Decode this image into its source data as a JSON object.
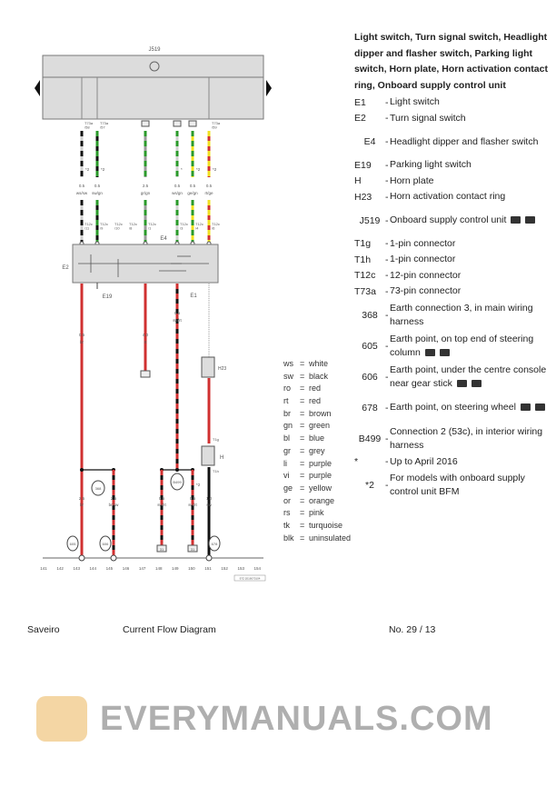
{
  "diagram": {
    "control_unit": "J519",
    "top_wires": [
      {
        "conn": "T73a /58",
        "size": "0.5",
        "color": "ws/sw",
        "c1": "#d0d0d0",
        "c2": "#111111",
        "mark": "*2",
        "bconn": "T12c /11"
      },
      {
        "conn": "T73a /57",
        "size": "0.5",
        "color": "sw/gn",
        "c1": "#111111",
        "c2": "#2a9a2a",
        "mark": "*2",
        "bconn": "T12c /9"
      },
      {
        "conn": "SB",
        "size": "2.5",
        "color": "gr/gn",
        "c1": "#999999",
        "c2": "#2a9a2a",
        "mark": "",
        "bconn": "T12c /1"
      },
      {
        "conn": "SB",
        "size": "0.5",
        "color": "ws/gn",
        "c1": "#d0d0d0",
        "c2": "#2a9a2a",
        "mark": "*",
        "bconn": "T12c /3"
      },
      {
        "conn": "SB",
        "size": "0.5",
        "color": "ge/gn",
        "c1": "#f0e020",
        "c2": "#2a9a2a",
        "mark": "*2",
        "bconn": "T12c /4"
      },
      {
        "conn": "T73a /59",
        "size": "0.5",
        "color": "rt/ge",
        "c1": "#d03030",
        "c2": "#f0e020",
        "mark": "*2",
        "bconn": "T12c /6"
      }
    ],
    "extra_conns": [
      "T12c /10",
      "T12c /8"
    ],
    "components": {
      "e2": "E2",
      "e4": "E4",
      "e19": "E19",
      "e1": "E1",
      "h23": "H23",
      "h": "H",
      "t1g": "T1g",
      "t1h": "T1h"
    },
    "bottom_wires": [
      {
        "size": "0.5",
        "color": "br"
      },
      {
        "size": "4.0",
        "color": "rt"
      },
      {
        "size": "0.5",
        "color": "sw/rt"
      },
      {
        "size": "2.5",
        "color": "br"
      },
      {
        "size": "2.5",
        "color": "br/sw"
      },
      {
        "size": "0.5",
        "color": "sw/rt"
      },
      {
        "size": "0.5",
        "color": "sw/rt"
      },
      {
        "size": "1.0",
        "color": "sw"
      }
    ],
    "earth": [
      "368",
      "B499",
      "605",
      "606",
      "678"
    ],
    "terminals": [
      "31",
      "31",
      "30"
    ],
    "tracks": [
      "141",
      "142",
      "143",
      "144",
      "145",
      "146",
      "147",
      "148",
      "149",
      "150",
      "151",
      "152",
      "153",
      "154"
    ],
    "ref": "97Z-2016070104"
  },
  "legend": {
    "title": "Light switch, Turn signal switch, Headlight dipper and flasher switch, Parking light switch, Horn plate, Horn activation contact ring, Onboard supply control unit",
    "items": [
      {
        "code": "E1",
        "desc": "Light switch"
      },
      {
        "code": "E2",
        "desc": "Turn signal switch"
      },
      {
        "code": "E4",
        "desc": "Headlight dipper and flasher switch",
        "two": true
      },
      {
        "code": "E19",
        "desc": "Parking light switch"
      },
      {
        "code": "H",
        "desc": "Horn plate"
      },
      {
        "code": "H23",
        "desc": "Horn activation contact ring"
      },
      {
        "code": "J519",
        "desc": "Onboard supply control unit",
        "two": true,
        "cam": true
      },
      {
        "code": "T1g",
        "desc": "1-pin connector"
      },
      {
        "code": "T1h",
        "desc": "1-pin connector"
      },
      {
        "code": "T12c",
        "desc": "12-pin connector"
      },
      {
        "code": "T73a",
        "desc": "73-pin connector"
      },
      {
        "code": "368",
        "desc": "Earth connection 3, in main wiring harness",
        "two": true
      },
      {
        "code": "605",
        "desc": "Earth point, on top end of steering column",
        "two": true,
        "cam": true
      },
      {
        "code": "606",
        "desc": "Earth point, under the centre console near gear stick",
        "two": true,
        "cam": true
      },
      {
        "code": "678",
        "desc": "Earth point, on steering wheel",
        "two": true,
        "cam": true
      },
      {
        "code": "B499",
        "desc": "Connection 2 (53c), in interior wiring harness",
        "two": true
      },
      {
        "code": "*",
        "desc": "Up to April 2016"
      },
      {
        "code": "*2",
        "desc": "For models with onboard supply control unit BFM",
        "two": true
      }
    ]
  },
  "color_codes": [
    {
      "k": "ws",
      "v": "white"
    },
    {
      "k": "sw",
      "v": "black"
    },
    {
      "k": "ro",
      "v": "red"
    },
    {
      "k": "rt",
      "v": "red"
    },
    {
      "k": "br",
      "v": "brown"
    },
    {
      "k": "gn",
      "v": "green"
    },
    {
      "k": "bl",
      "v": "blue"
    },
    {
      "k": "gr",
      "v": "grey"
    },
    {
      "k": "li",
      "v": "purple"
    },
    {
      "k": "vi",
      "v": "purple"
    },
    {
      "k": "ge",
      "v": "yellow"
    },
    {
      "k": "or",
      "v": "orange"
    },
    {
      "k": "rs",
      "v": "pink"
    },
    {
      "k": "tk",
      "v": "turquoise"
    },
    {
      "k": "blk",
      "v": "uninsulated"
    }
  ],
  "footer": {
    "model": "Saveiro",
    "doc": "Current Flow Diagram",
    "page": "No.  29 / 13"
  },
  "watermark": "EVERYMANUALS.COM"
}
